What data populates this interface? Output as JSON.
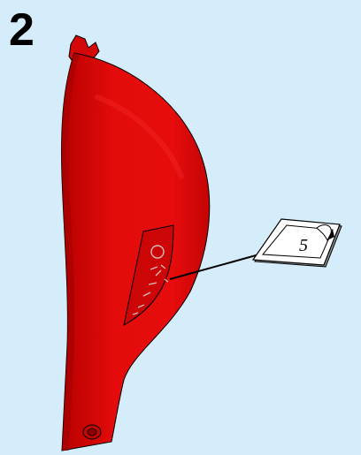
{
  "step": {
    "number": "2"
  },
  "callout": {
    "sticker_number": "5"
  },
  "colors": {
    "background": "#d5ecfb",
    "part_red": "#e00a0a",
    "part_red_dark": "#a80000",
    "sticker_white": "#ffffff",
    "outline": "#000000"
  },
  "icons": {
    "part": "curved-red-panel",
    "sticker": "sticker-card-with-peeled-corner"
  }
}
